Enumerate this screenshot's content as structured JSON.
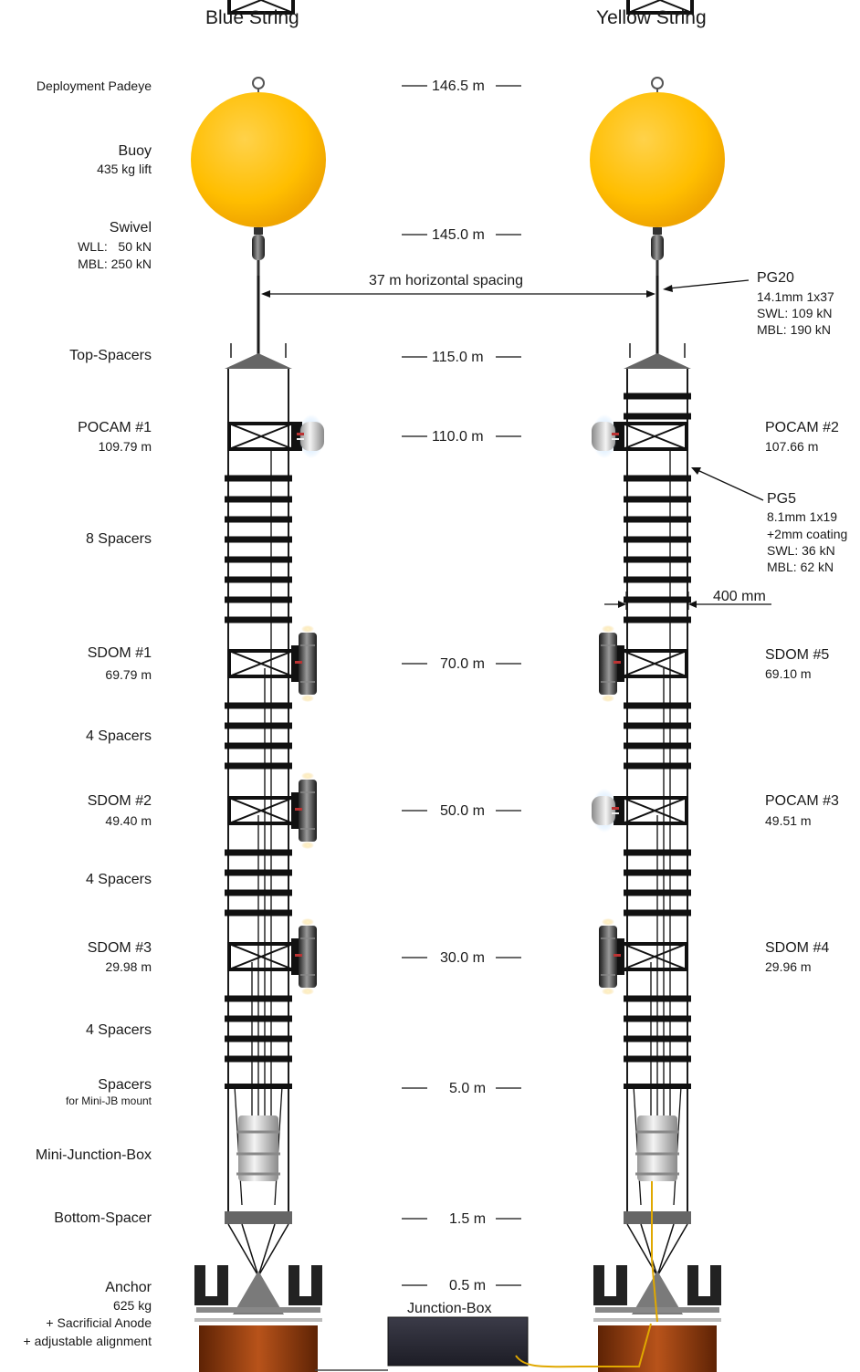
{
  "headers": {
    "left": "Blue String",
    "right": "Yellow String"
  },
  "left_labels": {
    "padeye": "Deployment Padeye",
    "buoy": "Buoy",
    "buoy_sub": "435 kg lift",
    "swivel": "Swivel",
    "swivel_wll": "WLL:   50 kN",
    "swivel_mbl": "MBL: 250 kN",
    "top_spacers": "Top-Spacers",
    "pocam1": "POCAM #1",
    "pocam1_depth": "109.79 m",
    "spacers8": "8 Spacers",
    "sdom1": "SDOM #1",
    "sdom1_depth": "69.79 m",
    "spacers4a": "4 Spacers",
    "sdom2": "SDOM #2",
    "sdom2_depth": "49.40 m",
    "spacers4b": "4 Spacers",
    "sdom3": "SDOM #3",
    "sdom3_depth": "29.98 m",
    "spacers4c": "4 Spacers",
    "spacers": "Spacers",
    "spacers_sub": "for Mini-JB mount",
    "minijb": "Mini-Junction-Box",
    "bottom_spacer": "Bottom-Spacer",
    "anchor": "Anchor",
    "anchor_kg": "625 kg",
    "anchor_anode": "+ Sacrificial Anode",
    "anchor_align": "+ adjustable alignment"
  },
  "right_labels": {
    "pg20": "PG20",
    "pg20_spec": "14.1mm 1x37",
    "pg20_swl": "SWL: 109 kN",
    "pg20_mbl": "MBL: 190 kN",
    "pocam2": "POCAM #2",
    "pocam2_depth": "107.66 m",
    "pg5": "PG5",
    "pg5_spec": "8.1mm 1x19",
    "pg5_coat": "+2mm coating",
    "pg5_swl": "SWL: 36 kN",
    "pg5_mbl": "MBL: 62 kN",
    "width": "400 mm",
    "sdom5": "SDOM #5",
    "sdom5_depth": "69.10 m",
    "pocam3": "POCAM #3",
    "pocam3_depth": "49.51 m",
    "sdom4": "SDOM #4",
    "sdom4_depth": "29.96 m"
  },
  "center": {
    "spacing": "37 m horizontal spacing",
    "junction_box": "Junction-Box",
    "depths": [
      "146.5 m",
      "145.0 m",
      "115.0 m",
      "110.0 m",
      "70.0 m",
      "50.0 m",
      "30.0 m",
      "5.0 m",
      "1.5 m",
      "0.5 m"
    ]
  },
  "colors": {
    "buoy": "#ffbe00",
    "rope": "#1a1a1a",
    "anchor_base": "#8b3a0c",
    "junction_box": "#2a2a35",
    "cable_yellow": "#e0a800",
    "pocam_glow": "#8ec8ff"
  }
}
